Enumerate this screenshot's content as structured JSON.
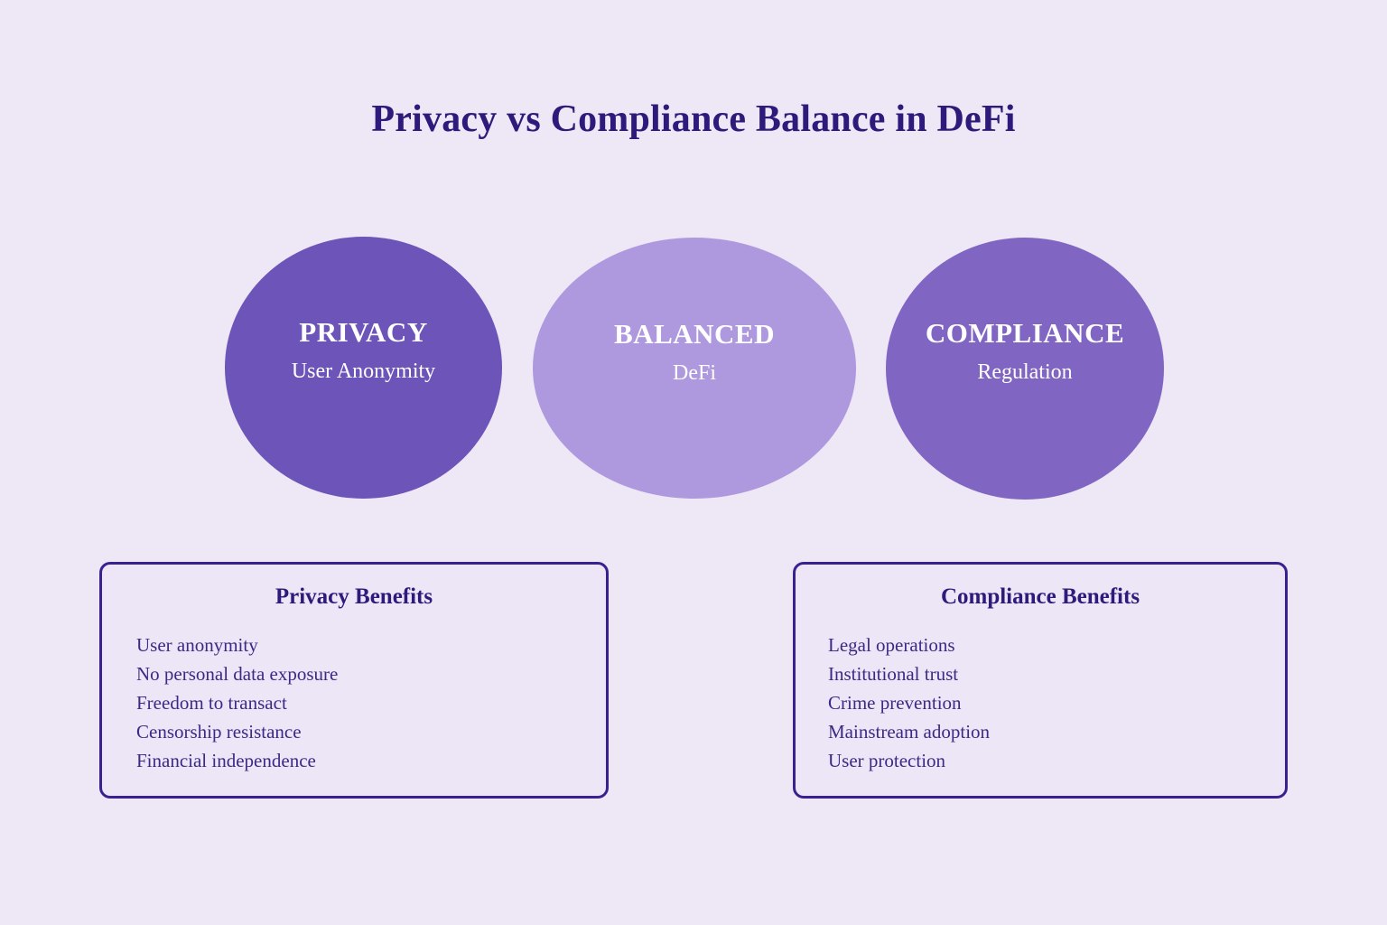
{
  "title": "Privacy vs Compliance Balance in DeFi",
  "colors": {
    "background": "#ede7f6",
    "title": "#2e1a7a",
    "privacy_circle": "#6c54b8",
    "balanced_circle": "#ae98de",
    "compliance_circle": "#8066c2",
    "box_border": "#3b2190",
    "list_text": "#3a2a86"
  },
  "circles": [
    {
      "id": "privacy",
      "title": "PRIVACY",
      "subtitle": "User Anonymity"
    },
    {
      "id": "balanced",
      "title": "BALANCED",
      "subtitle": "DeFi"
    },
    {
      "id": "compliance",
      "title": "COMPLIANCE",
      "subtitle": "Regulation"
    }
  ],
  "boxes": {
    "privacy": {
      "title": "Privacy Benefits",
      "items": [
        "User anonymity",
        "No personal data exposure",
        "Freedom to transact",
        "Censorship resistance",
        "Financial independence"
      ]
    },
    "compliance": {
      "title": "Compliance Benefits",
      "items": [
        "Legal operations",
        "Institutional trust",
        "Crime prevention",
        "Mainstream adoption",
        "User protection"
      ]
    }
  }
}
